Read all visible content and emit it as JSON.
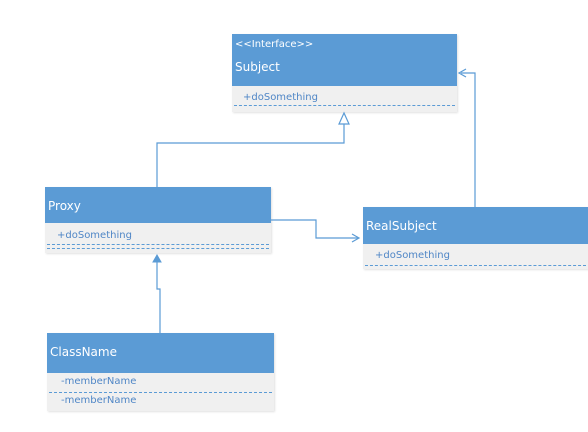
{
  "subject": {
    "stereotype": "<<Interface>>",
    "name": "Subject",
    "operations": [
      "+doSomething"
    ]
  },
  "proxy": {
    "name": "Proxy",
    "operations": [
      "+doSomething"
    ]
  },
  "real_subject": {
    "name": "RealSubject",
    "operations": [
      "+doSomething"
    ]
  },
  "class_name": {
    "name": "ClassName",
    "attributes": [
      "-memberName",
      "-memberName"
    ]
  },
  "colors": {
    "header": "#5b9bd5",
    "body": "#f0f0f0",
    "text": "#4f86c6",
    "connector": "#5b9bd5"
  }
}
